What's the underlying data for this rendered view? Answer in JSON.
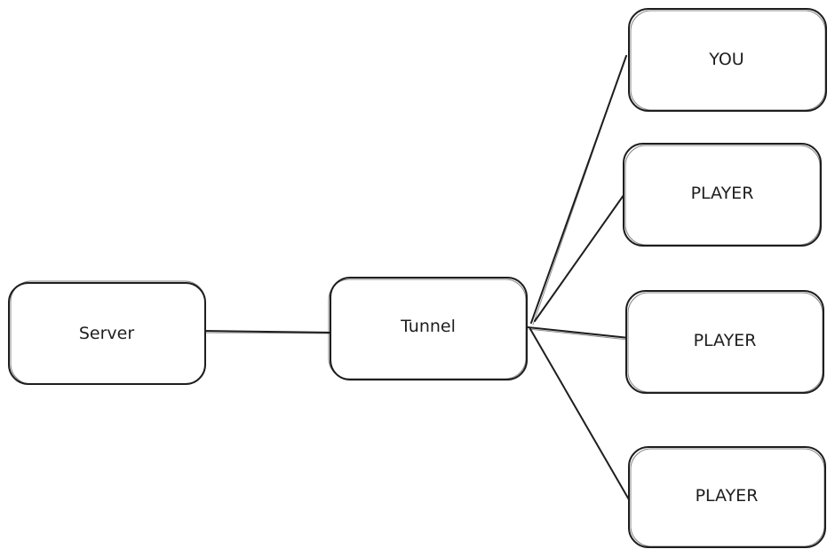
{
  "diagram": {
    "nodes": {
      "server": {
        "label": "Server"
      },
      "tunnel": {
        "label": "Tunnel"
      },
      "you": {
        "label": "YOU"
      },
      "player_1": {
        "label": "PLAYER"
      },
      "player_2": {
        "label": "PLAYER"
      },
      "player_3": {
        "label": "PLAYER"
      }
    },
    "edges": [
      {
        "from": "server",
        "to": "tunnel"
      },
      {
        "from": "tunnel",
        "to": "you"
      },
      {
        "from": "tunnel",
        "to": "player_1"
      },
      {
        "from": "tunnel",
        "to": "player_2"
      },
      {
        "from": "tunnel",
        "to": "player_3"
      }
    ],
    "colors": {
      "stroke": "#1e1e1e",
      "background": "#ffffff"
    }
  }
}
